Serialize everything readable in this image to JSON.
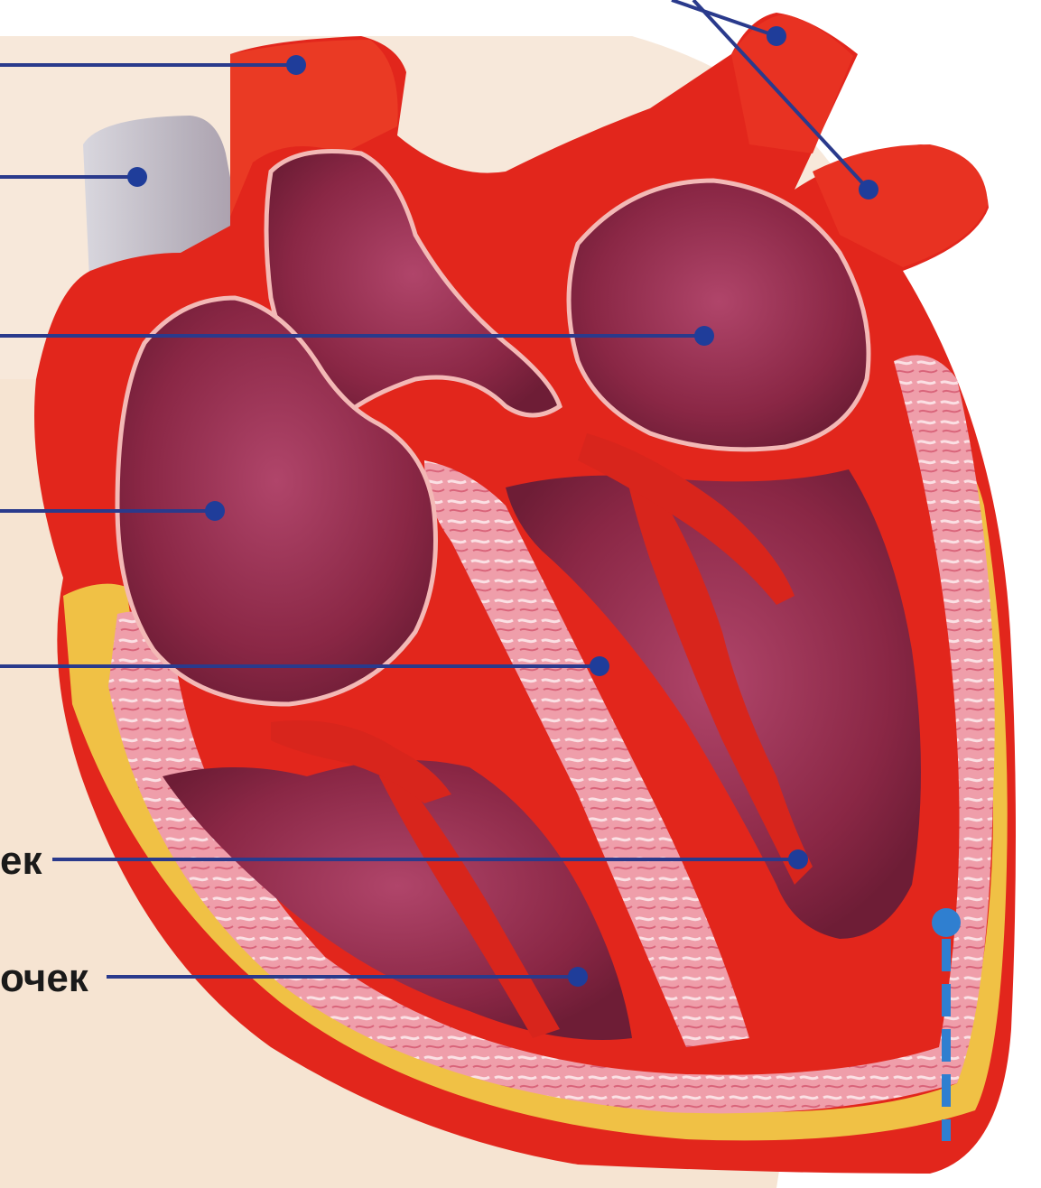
{
  "labels": [
    {
      "id": "label-ventricle",
      "text": "ек"
    },
    {
      "id": "label-ventricle-2",
      "text": "очек"
    }
  ],
  "colors": {
    "background": "#f6e6d6",
    "myocardium": "#e2261c",
    "chamber": "#8e2a48",
    "septum": "#ee9aa6",
    "fat": "#f2d34a",
    "leader": "#2a3a8c",
    "pin": "#1f3d9a",
    "measure": "#2f7fd0"
  }
}
